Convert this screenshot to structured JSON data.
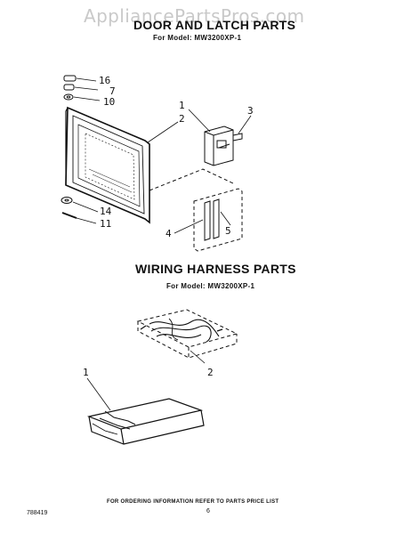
{
  "watermark": "AppliancePartsPros.com",
  "door_section": {
    "title": "DOOR AND LATCH PARTS",
    "model_line": "For Model: MW3200XP-1",
    "callouts": [
      "16",
      "7",
      "10",
      "1",
      "2",
      "3",
      "14",
      "11",
      "4",
      "5"
    ]
  },
  "wiring_section": {
    "title": "WIRING HARNESS PARTS",
    "model_line": "For Model: MW3200XP-1",
    "callouts": [
      "1",
      "2"
    ]
  },
  "footer": {
    "order_note": "FOR ORDERING INFORMATION REFER TO PARTS PRICE LIST",
    "document_number": "788419",
    "page_number": "6"
  }
}
